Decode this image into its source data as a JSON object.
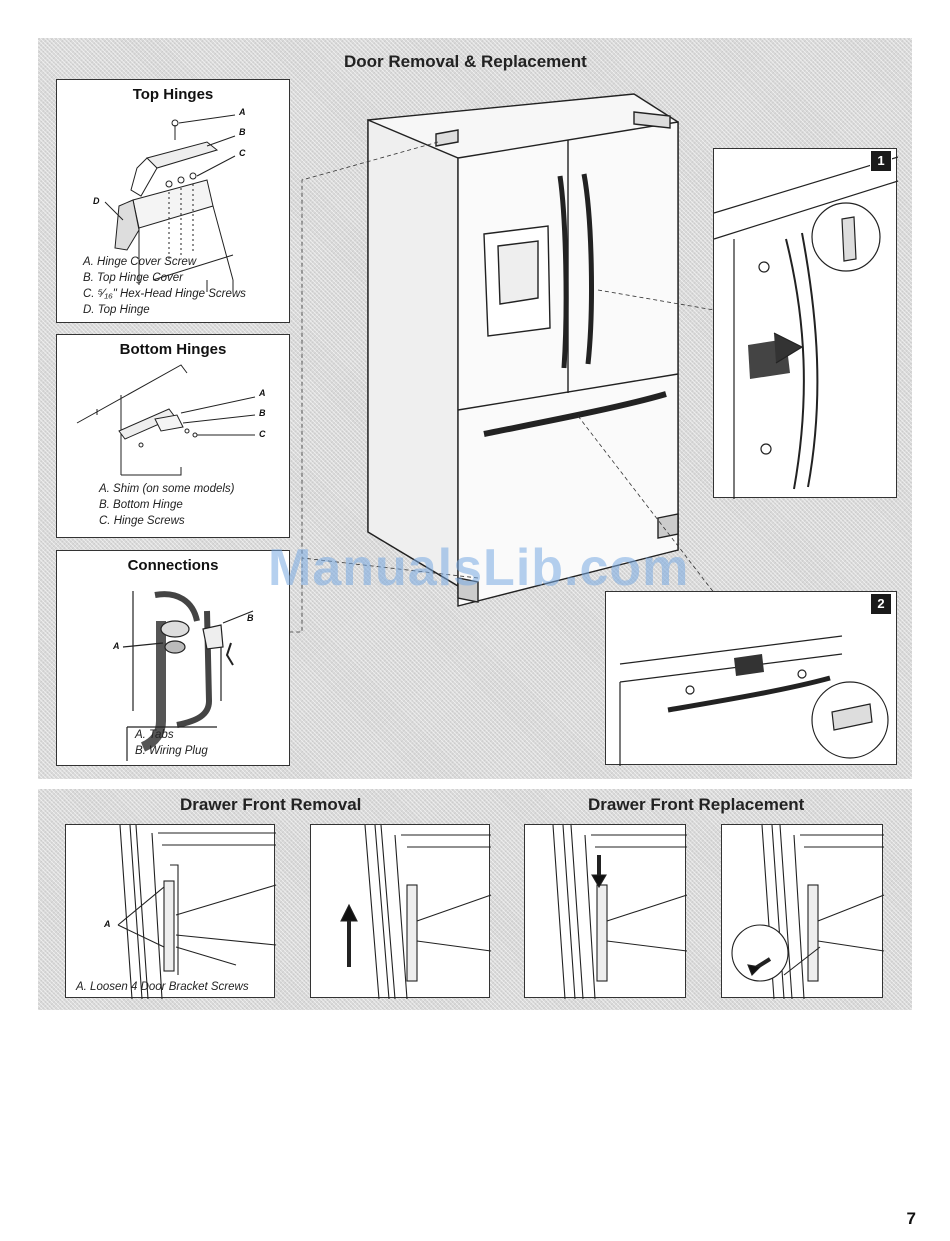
{
  "main_title": "Door Removal & Replacement",
  "top_hinges": {
    "title": "Top Hinges",
    "callouts": [
      "A",
      "B",
      "C",
      "D"
    ],
    "legend": [
      "A. Hinge Cover Screw",
      "B. Top Hinge Cover",
      "C. ⁵⁄₁₆\" Hex-Head Hinge Screws",
      "D. Top Hinge"
    ]
  },
  "bottom_hinges": {
    "title": "Bottom Hinges",
    "callouts": [
      "A",
      "B",
      "C"
    ],
    "legend": [
      "A. Shim (on some models)",
      "B. Bottom Hinge",
      "C. Hinge Screws"
    ]
  },
  "connections": {
    "title": "Connections",
    "callouts": [
      "A",
      "B"
    ],
    "legend": [
      "A. Tabs",
      "B. Wiring Plug"
    ]
  },
  "steps": [
    "1",
    "2"
  ],
  "watermark": "ManualsLib.com",
  "drawer_removal": {
    "title": "Drawer Front Removal",
    "callout": "A",
    "caption": "A. Loosen 4 Door Bracket Screws"
  },
  "drawer_replacement": {
    "title": "Drawer Front Replacement"
  },
  "page_number": "7"
}
